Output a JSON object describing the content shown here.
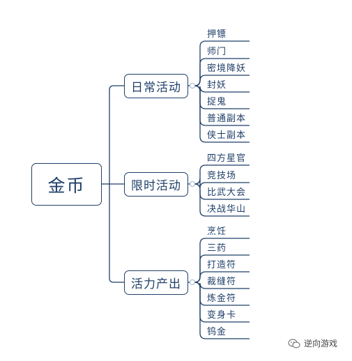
{
  "diagram": {
    "root": {
      "label": "金币"
    },
    "categories": [
      {
        "label": "日常活动",
        "items": [
          "押镖",
          "师门",
          "密境降妖",
          "封妖",
          "捉鬼",
          "普通副本",
          "侠士副本"
        ]
      },
      {
        "label": "限时活动",
        "items": [
          "四方星官",
          "竞技场",
          "比武大会",
          "决战华山"
        ]
      },
      {
        "label": "活力产出",
        "items": [
          "烹饪",
          "三药",
          "打造符",
          "裁缝符",
          "炼金符",
          "变身卡",
          "钨金"
        ]
      }
    ]
  },
  "watermark": {
    "icon": "wechat-bubble-icon",
    "text": "逆向游戏"
  },
  "colors": {
    "line": "#1f3f68",
    "connector_circle": "#9fb3c8",
    "text": "#1f3f68"
  }
}
